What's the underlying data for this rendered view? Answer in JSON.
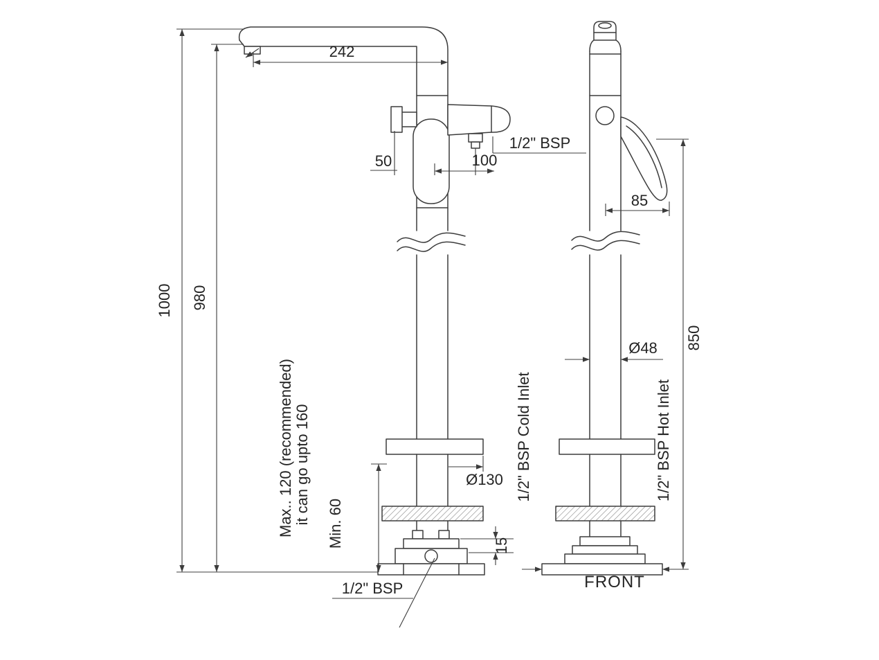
{
  "style": {
    "line_color": "#3c3c3c",
    "background": "#ffffff"
  },
  "dimensions": {
    "spout_reach": "242",
    "overall_height": "1000",
    "spout_height": "980",
    "valve_offset": "50",
    "outlet_offset": "100",
    "outlet_thread": "1/2\" BSP",
    "handle_length": "85",
    "pipe_diameter": "Ø48",
    "handle_height": "850",
    "flange_diameter": "Ø130",
    "base_plate_thickness": "15",
    "floor_connection_thread": "1/2\" BSP",
    "max_note_line1": "Max.. 120 (recommended)",
    "max_note_line2": "it can go upto 160",
    "min_note": "Min. 60",
    "cold_inlet": "1/2\" BSP Cold Inlet",
    "hot_inlet": "1/2\" BSP Hot Inlet",
    "front_view_label": "FRONT"
  }
}
